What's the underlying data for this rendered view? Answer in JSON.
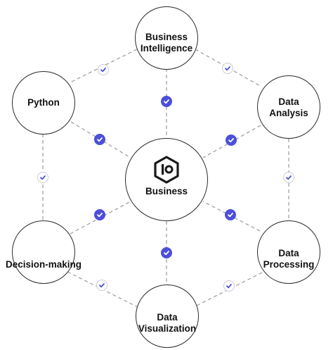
{
  "colors": {
    "accent": "#4b4fd9",
    "line": "#9a9a9a",
    "stroke": "#2b2b2b"
  },
  "center": {
    "label": "Business",
    "icon": "hexagon-logo-icon"
  },
  "nodes": {
    "top": {
      "label_line1": "Business",
      "label_line2": "Intelligence"
    },
    "upper_left": {
      "label": "Python"
    },
    "upper_right": {
      "label_line1": "Data",
      "label_line2": "Analysis"
    },
    "lower_left": {
      "label": "Decision-making"
    },
    "lower_right": {
      "label_line1": "Data",
      "label_line2": "Processing"
    },
    "bottom": {
      "label_line1": "Data",
      "label_line2": "Visualization"
    }
  },
  "badge_icon": "checkmark-icon"
}
